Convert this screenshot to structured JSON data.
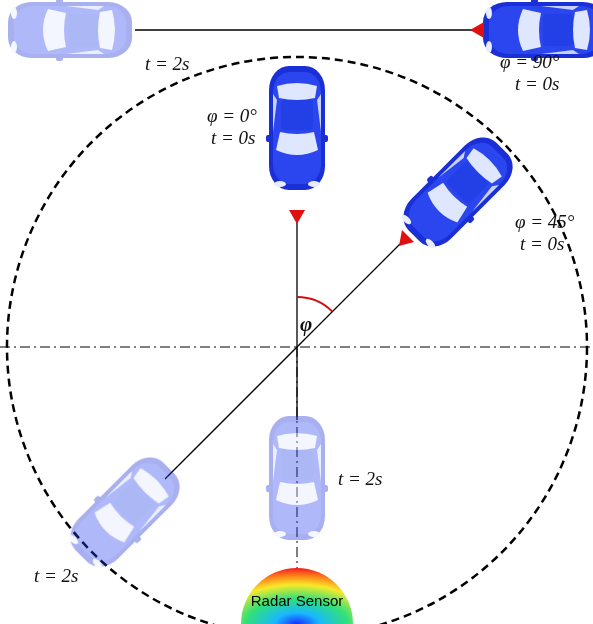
{
  "diagram": {
    "nodes": [
      {
        "text": [
          "Radar Sensor"
        ]
      }
    ],
    "labels": [
      "t = 2s",
      "φ = 90°",
      "t = 0s",
      "φ = 0°",
      "t = 0s",
      "φ = 45°",
      "t = 0s",
      "φ",
      "t = 2s",
      "t = 2s"
    ]
  }
}
